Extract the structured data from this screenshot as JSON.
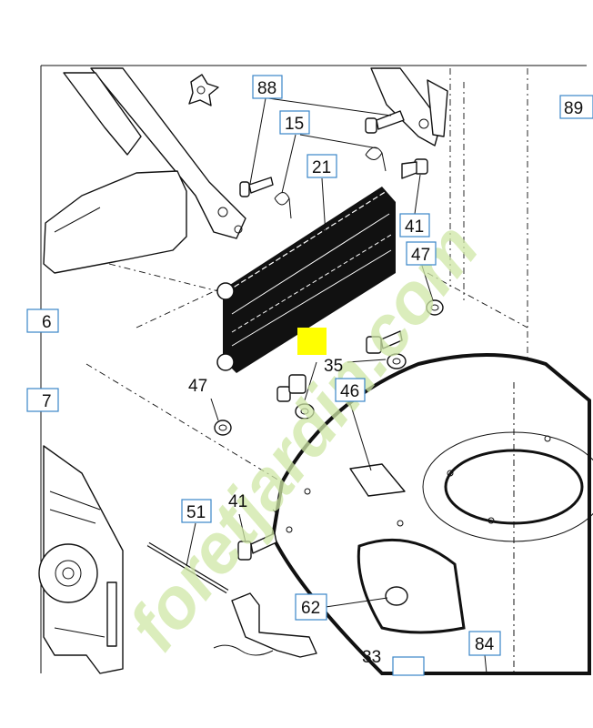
{
  "parts": [
    {
      "id": "p88",
      "label": "88"
    },
    {
      "id": "p89",
      "label": "89"
    },
    {
      "id": "p15",
      "label": "15"
    },
    {
      "id": "p21",
      "label": "21"
    },
    {
      "id": "p41a",
      "label": "41"
    },
    {
      "id": "p47a",
      "label": "47"
    },
    {
      "id": "p6",
      "label": "6"
    },
    {
      "id": "p35",
      "label": "35"
    },
    {
      "id": "p47b",
      "label": "47"
    },
    {
      "id": "p46",
      "label": "46"
    },
    {
      "id": "p7",
      "label": "7"
    },
    {
      "id": "p51",
      "label": "51"
    },
    {
      "id": "p41b",
      "label": "41"
    },
    {
      "id": "p62",
      "label": "62"
    },
    {
      "id": "p84",
      "label": "84"
    },
    {
      "id": "p33",
      "label": "33"
    }
  ],
  "watermark": "foretjardin.com",
  "colors": {
    "label_box": "#3a86c8",
    "highlight": "#ffff00",
    "watermark": "#cfe7a6"
  }
}
